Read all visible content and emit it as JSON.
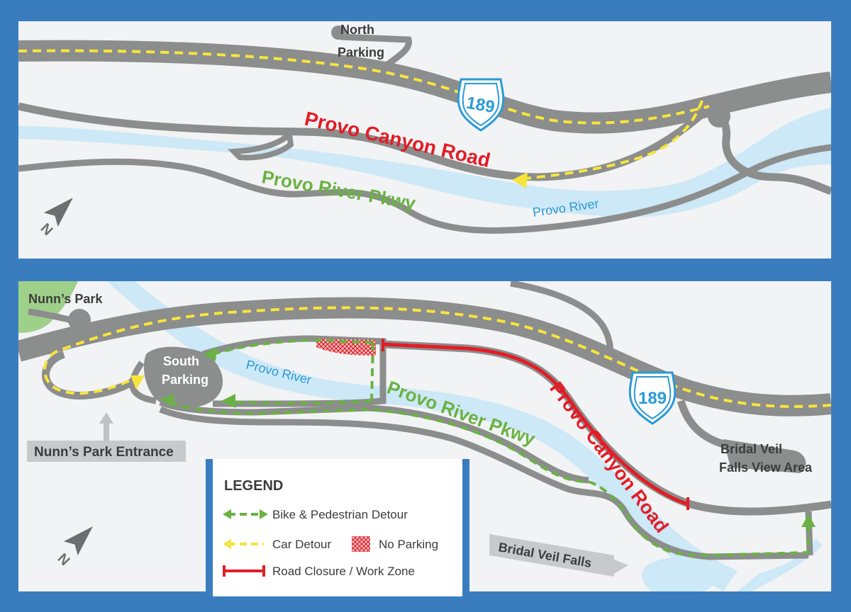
{
  "colors": {
    "frame": "#3a7dbf",
    "land": "#f2f3f4",
    "road": "#8c8d8d",
    "river": "#cde8f6",
    "river_text": "#2a9ad6",
    "closure": "#e21d26",
    "car_detour": "#f7e53c",
    "bike_detour": "#6ab243",
    "park": "#9fd08a",
    "shield": "#2a9ad6"
  },
  "top_map": {
    "north_parking": [
      "North",
      "Parking"
    ],
    "provo_canyon_road": "Provo Canyon Road",
    "provo_river_pkwy": "Provo River Pkwy",
    "provo_river": "Provo River",
    "route_shield": "189",
    "north_arrow": "N"
  },
  "bottom_map": {
    "nunns_park": "Nunn’s Park",
    "south_parking": [
      "South",
      "Parking"
    ],
    "provo_river": "Provo River",
    "provo_river_pkwy": "Provo River Pkwy",
    "provo_canyon_road": "Provo Canyon Road",
    "route_shield": "189",
    "bridal_veil_view_area": [
      "Bridal Veil",
      "Falls View Area"
    ],
    "nunns_park_entrance": "Nunn’s Park Entrance",
    "bridal_veil_falls": "Bridal Veil Falls",
    "north_arrow": "N"
  },
  "legend": {
    "title": "LEGEND",
    "bike_detour": "Bike & Pedestrian Detour",
    "car_detour": "Car Detour",
    "no_parking": "No Parking",
    "road_closure": "Road Closure / Work Zone"
  }
}
